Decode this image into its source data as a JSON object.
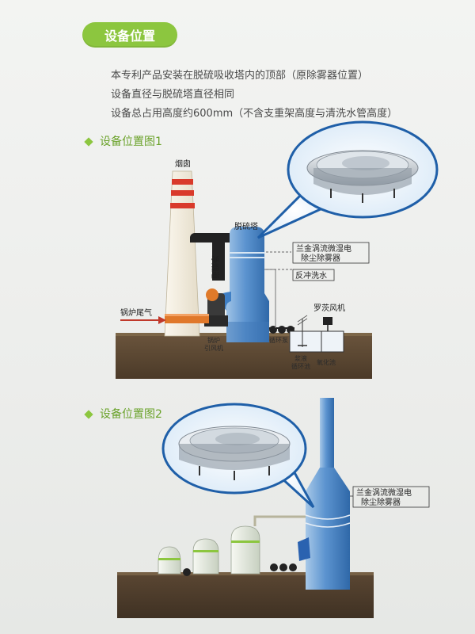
{
  "header": {
    "section_title": "设备位置"
  },
  "intro": {
    "line1": "本专利产品安装在脱硫吸收塔内的顶部（原除雾器位置）",
    "line2": "设备直径与脱硫塔直径相同",
    "line3": "设备总占用高度约600mm（不含支重架高度与清洗水管高度）"
  },
  "diagram1": {
    "title": "设备位置图1",
    "labels": {
      "chimney": "烟囱",
      "clean_duct": "净烟道",
      "tower": "脱硫塔",
      "device_line1": "兰金涡流微湿电",
      "device_line2": "除尘除雾器",
      "backwash": "反冲洗水",
      "roots_fan": "罗茨风机",
      "boiler_gas": "锅炉尾气",
      "induced_fan_1": "锅炉",
      "induced_fan_2": "引风机",
      "circ_pump": "循环泵",
      "slurry_pump_1": "浆液",
      "slurry_pump_2": "循环池",
      "oxidation": "氧化池"
    }
  },
  "diagram2": {
    "title": "设备位置图2",
    "labels": {
      "device_line1": "兰金涡流微湿电",
      "device_line2": "除尘除雾器"
    }
  },
  "colors": {
    "accent_green": "#8cc63f",
    "tower_blue": "#4a86c5",
    "ground_brown": "#5a4632",
    "chimney_red": "#d93a2b",
    "duct_black": "#222222",
    "flue_orange": "#e0782a"
  }
}
